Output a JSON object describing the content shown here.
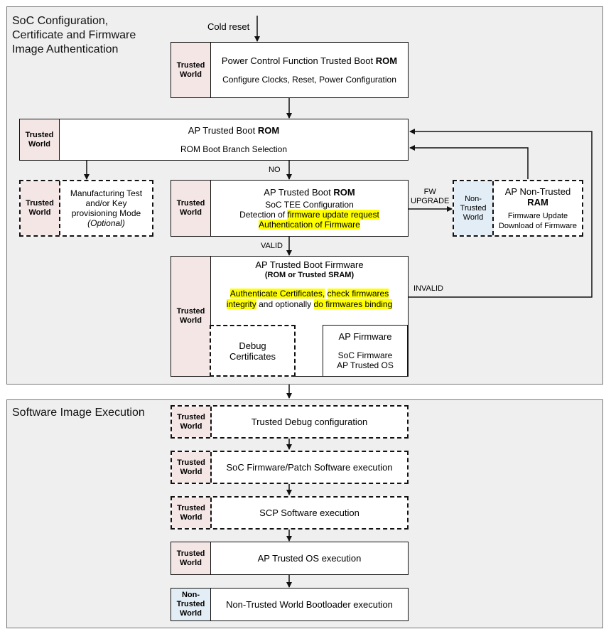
{
  "panels": {
    "soc": {
      "title": "SoC Configuration,\nCertificate and Firmware\nImage Authentication"
    },
    "sw": {
      "title": "Software Image Execution"
    }
  },
  "tags": {
    "trusted": "Trusted\nWorld",
    "nontrusted": "Non-\nTrusted\nWorld"
  },
  "labels": {
    "cold_reset": "Cold reset",
    "no": "NO",
    "fw_upgrade": "FW\nUPGRADE",
    "valid": "VALID",
    "invalid": "INVALID"
  },
  "boxes": {
    "pcf": {
      "title": "Power Control Function Trusted Boot",
      "title_bold": "ROM",
      "line1": "Configure Clocks, Reset, Power Configuration"
    },
    "ap_rom1": {
      "title": "AP Trusted Boot",
      "title_bold": "ROM",
      "line1": "ROM Boot Branch Selection"
    },
    "mfg": {
      "line1": "Manufacturing Test",
      "line2": "and/or Key",
      "line3": "provisioning Mode",
      "line4": "(Optional)"
    },
    "ap_rom2": {
      "title": "AP Trusted Boot",
      "title_bold": "ROM",
      "line1": "SoC TEE Configuration",
      "line2_pre": "Detection of",
      "line2_hl": "firmware update request",
      "line3_hl": "Authentication of Firmware"
    },
    "ap_ram": {
      "title": "AP Non-Trusted",
      "title_bold": "RAM",
      "line1": "Firmware Update",
      "line2": "Download of Firmware"
    },
    "ap_fw": {
      "title": "AP Trusted Boot Firmware",
      "subtitle": "(ROM or Trusted SRAM)",
      "hl1": "Authenticate Certificates,",
      "hl2": "check firmwares",
      "hl3": "integrity",
      "mid": "and optionally",
      "hl4": "do firmwares binding"
    },
    "debug_certs": {
      "line1": "Debug",
      "line2": "Certificates"
    },
    "ap_firmware": {
      "title": "AP Firmware",
      "line1": "SoC Firmware",
      "line2": "AP Trusted OS"
    },
    "trusted_debug": {
      "label": "Trusted Debug configuration"
    },
    "soc_fw": {
      "label": "SoC Firmware/Patch Software execution"
    },
    "scp": {
      "label": "SCP Software execution"
    },
    "ap_tos": {
      "label": "AP Trusted OS execution"
    },
    "nt_boot": {
      "label": "Non-Trusted World Bootloader execution"
    }
  }
}
